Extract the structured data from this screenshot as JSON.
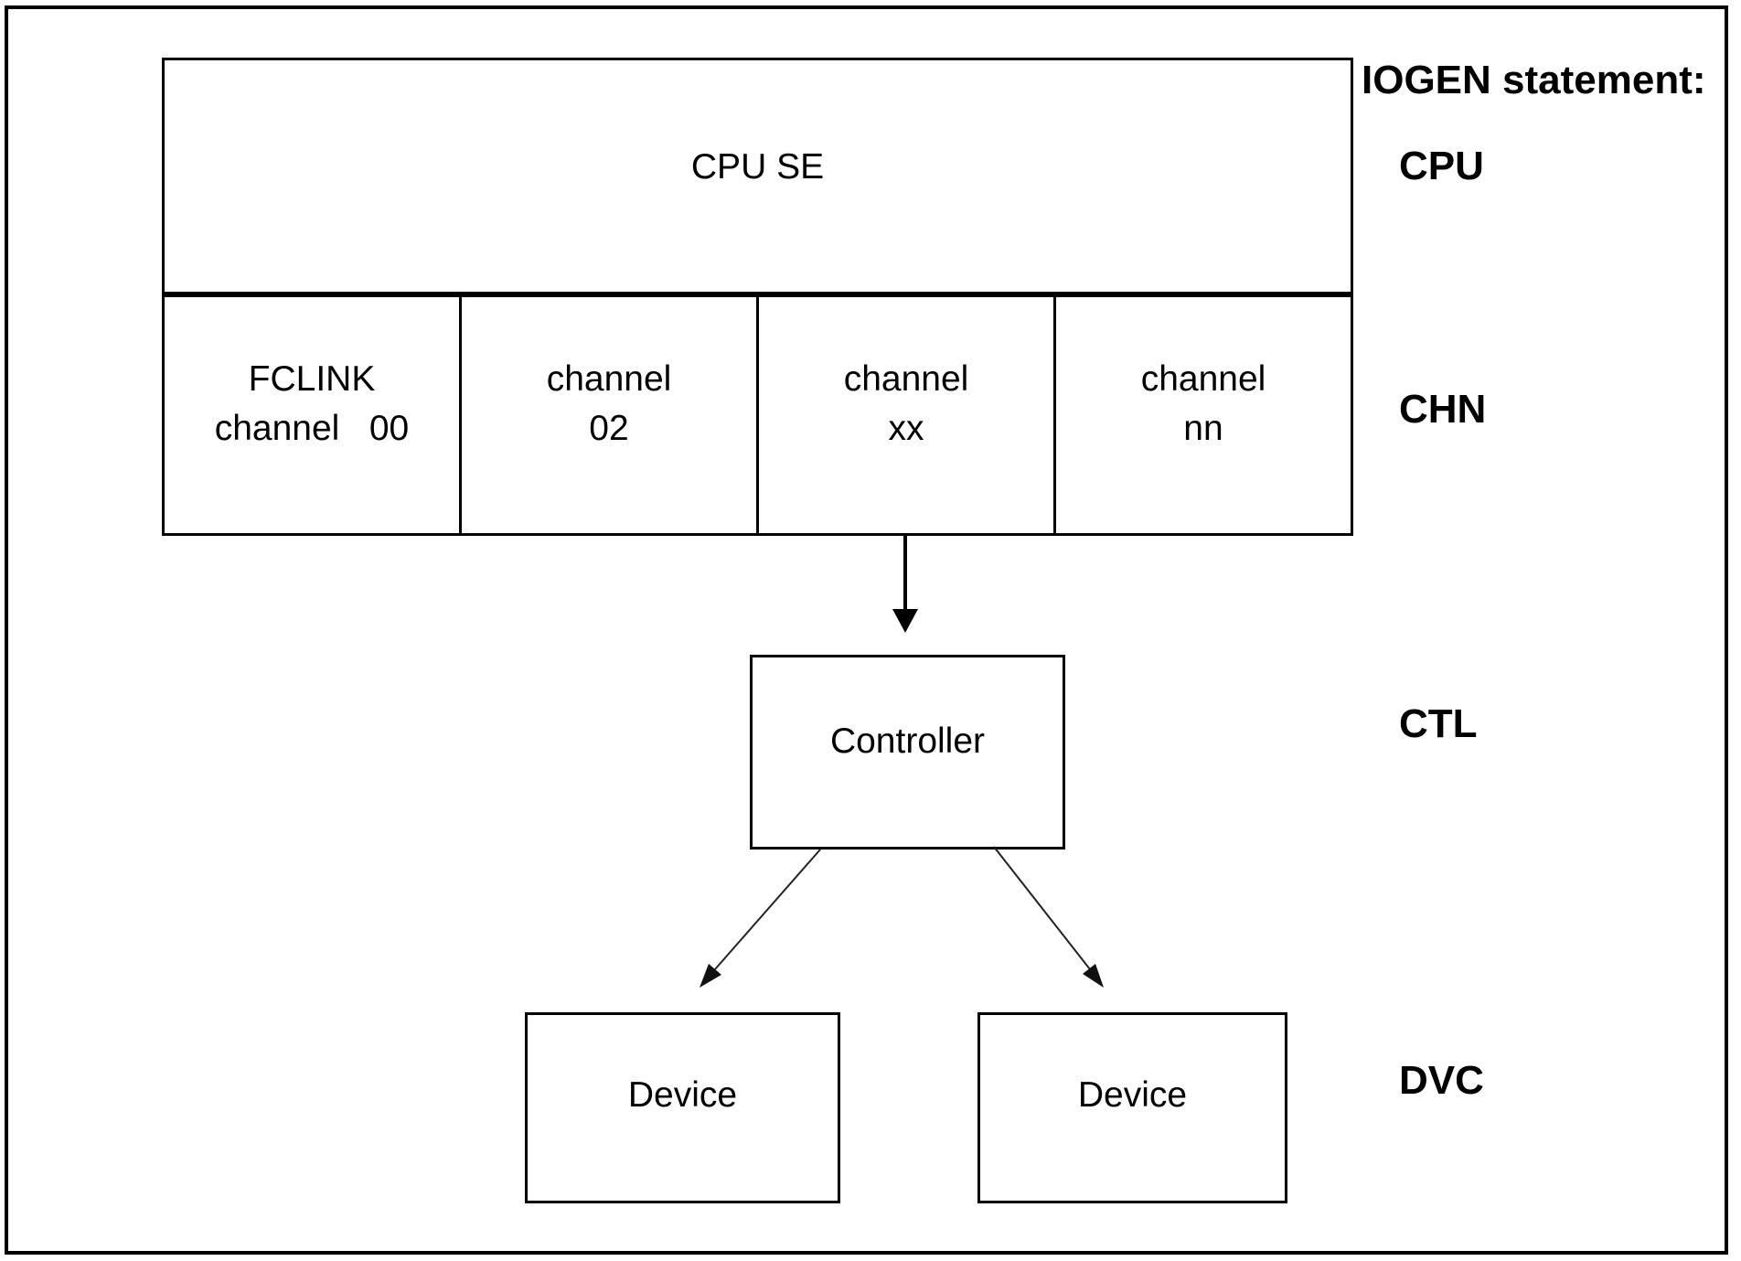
{
  "figure": {
    "heading": "IOGEN statement:",
    "cpu": {
      "label": "CPU SE",
      "statement": "CPU"
    },
    "channels": {
      "statement": "CHN",
      "cells": [
        {
          "line1": "FCLINK",
          "line2": "channel   00"
        },
        {
          "line1": "channel",
          "line2": "02"
        },
        {
          "line1": "channel",
          "line2": "xx"
        },
        {
          "line1": "channel",
          "line2": "nn"
        }
      ]
    },
    "controller": {
      "label": "Controller",
      "statement": "CTL"
    },
    "devices": {
      "statement": "DVC",
      "items": [
        {
          "label": "Device"
        },
        {
          "label": "Device"
        }
      ]
    },
    "colors": {
      "line": "#000000",
      "background": "#ffffff"
    }
  }
}
